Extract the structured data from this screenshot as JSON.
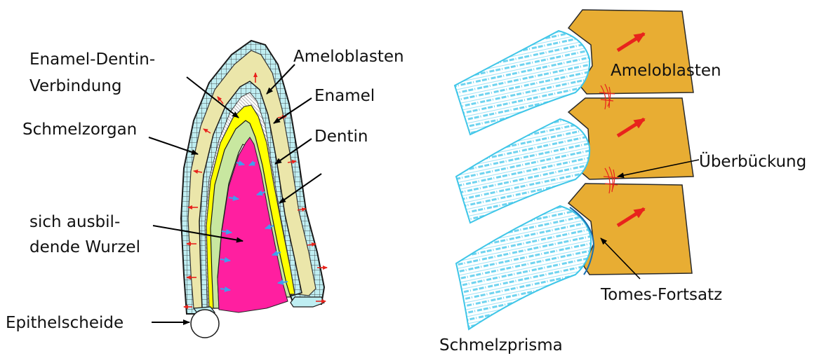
{
  "left_diagram": {
    "labels": {
      "enamel_dentin_junction_line1": "Enamel-Dentin-",
      "enamel_dentin_junction_line2": "Verbindung",
      "ameloblasts": "Ameloblasten",
      "enamel": "Enamel",
      "enamel_organ": "Schmelzorgan",
      "dentin": "Dentin",
      "root_line1": "sich ausbil-",
      "root_line2": "dende Wurzel",
      "epithelial_sheath": "Epithelscheide"
    }
  },
  "right_diagram": {
    "labels": {
      "ameloblasts": "Ameloblasten",
      "bridging": "Überbückung",
      "tomes_process": "Tomes-Fortsatz",
      "enamel_prism": "Schmelzprisma"
    }
  },
  "colors": {
    "pulp": "#ff1fa0",
    "enamel_yellow": "#ffff00",
    "enamel_organ_beige": "#ebe6aa",
    "epithelium_cyan": "#b8eef0",
    "ameloblast_orange": "#e8ad33",
    "prism_cyan": "#3fc6e8",
    "arrow_red": "#e8231c",
    "arrow_blue": "#3ea0ee"
  }
}
